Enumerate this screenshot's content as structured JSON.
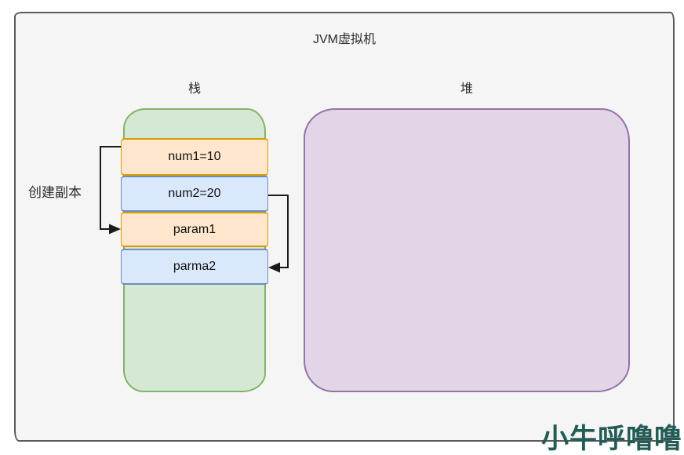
{
  "title": "JVM虚拟机",
  "columns": {
    "stack": {
      "label": "栈"
    },
    "heap": {
      "label": "堆"
    }
  },
  "stack_frames": [
    {
      "label": "num1=10",
      "color": "orange"
    },
    {
      "label": "num2=20",
      "color": "blue"
    },
    {
      "label": "param1",
      "color": "orange"
    },
    {
      "label": "parma2",
      "color": "blue"
    }
  ],
  "annotation": {
    "label": "创建副本"
  },
  "arrows": [
    {
      "name": "copy-arrow-left",
      "from": "num1=10",
      "to": "param1",
      "direction": "right"
    },
    {
      "name": "copy-arrow-right",
      "from": "num2=20",
      "to": "parma2",
      "direction": "left"
    }
  ],
  "watermark": {
    "text": "小牛呼噜噜",
    "color": "#235c54"
  },
  "palette": {
    "frame_background": "#f5f5f5",
    "frame_stroke": "#5b5b5b",
    "stack_fill": "#d5e8d4",
    "stack_stroke": "#82b366",
    "heap_fill": "#e1d5e7",
    "heap_stroke": "#9673a6",
    "orange_fill": "#ffe6cc",
    "orange_stroke": "#d79b00",
    "blue_fill": "#dae8fc",
    "blue_stroke": "#6c8ebf",
    "arrow_color": "#1a1a1a",
    "text_color": "#111111"
  }
}
